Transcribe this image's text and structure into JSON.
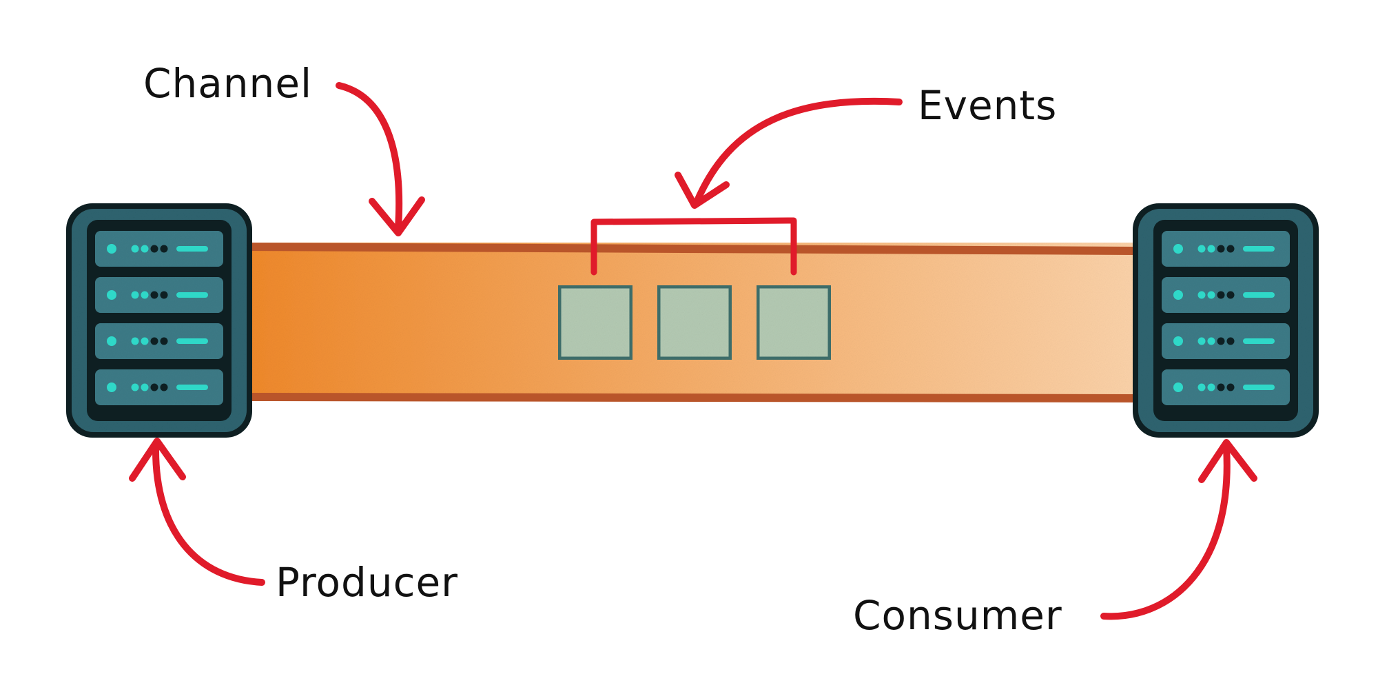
{
  "labels": {
    "channel": "Channel",
    "events": "Events",
    "producer": "Producer",
    "consumer": "Consumer"
  },
  "nodes": {
    "producer": {
      "icon": "server-rack-icon",
      "rack_units": 4
    },
    "consumer": {
      "icon": "server-rack-icon",
      "rack_units": 4
    }
  },
  "channel": {
    "event_count": 3
  },
  "colors": {
    "channel_fill_start": "#f0892a",
    "channel_fill_end": "#fcd3aa",
    "channel_edge": "#b9552a",
    "event_fill": "#b4cab3",
    "event_border": "#3f6f6c",
    "server_shell": "#0e1f22",
    "server_body": "#2e6470",
    "rack_unit": "#3d7b87",
    "led": "#2fd8c8",
    "arrow": "#e01b2a"
  }
}
